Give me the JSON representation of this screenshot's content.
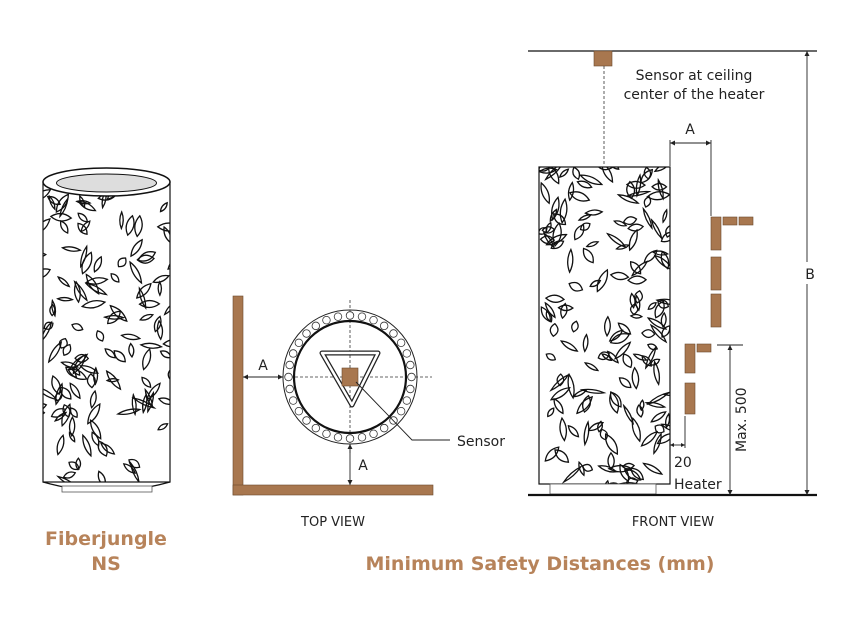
{
  "product": {
    "name_line1": "Fiberjungle",
    "name_line2": "NS"
  },
  "title": "Minimum Safety Distances (mm)",
  "top_view": {
    "caption": "TOP VIEW",
    "dim_side": "A",
    "dim_front": "A",
    "sensor_label": "Sensor"
  },
  "front_view": {
    "caption": "FRONT VIEW",
    "sensor_note_line1": "Sensor at ceiling",
    "sensor_note_line2": "center of the heater",
    "dim_a": "A",
    "dim_b": "B",
    "dim_max": "Max. 500",
    "dim_gap": "20",
    "heater_label": "Heater"
  },
  "colors": {
    "brand": "#b7835a",
    "wood": "#a8774f"
  }
}
